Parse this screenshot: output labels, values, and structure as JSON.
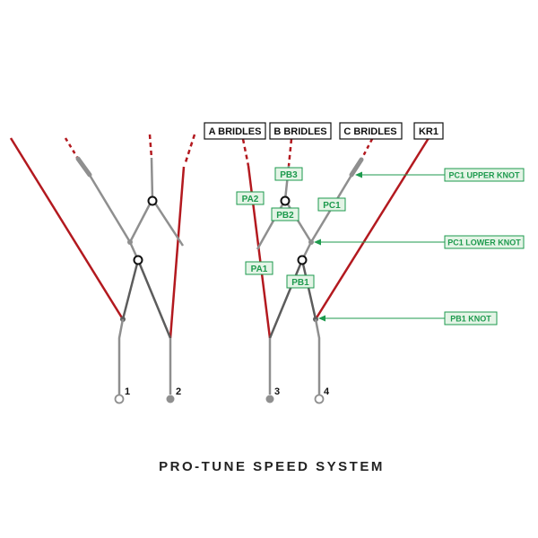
{
  "colors": {
    "red": "#b3191f",
    "gray": "#8f8f8f",
    "dark_gray": "#5c5c5c",
    "green": "#1d9a4d",
    "tag_bg": "#e4f4e6",
    "black": "#111111"
  },
  "headers": {
    "a_bridles": "A BRIDLES",
    "b_bridles": "B BRIDLES",
    "c_bridles": "C BRIDLES",
    "kr1": "KR1"
  },
  "tags": {
    "pa2": "PA2",
    "pa1": "PA1",
    "pb3": "PB3",
    "pb2": "PB2",
    "pb1": "PB1",
    "pc1": "PC1"
  },
  "callouts": {
    "pc1_upper_knot": "PC1 UPPER KNOT",
    "pc1_lower_knot": "PC1 LOWER KNOT",
    "pb1_knot": "PB1 KNOT"
  },
  "line_numbers": {
    "one": "1",
    "two": "2",
    "three": "3",
    "four": "4"
  },
  "title": "PRO-TUNE SPEED SYSTEM"
}
